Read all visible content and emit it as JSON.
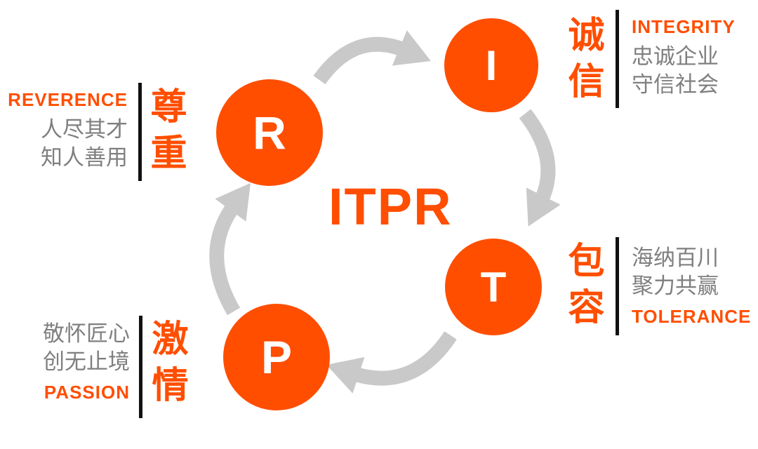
{
  "title": "ITPR",
  "colors": {
    "accent": "#FF4E00",
    "gray_text": "#7F7F7F",
    "arrow": "#C9C9C9",
    "divider": "#111111"
  },
  "nodes": [
    {
      "id": "reverence",
      "letter": "R",
      "cn_word": "尊重",
      "en_label": "REVERENCE",
      "desc_lines": [
        "人尽其才",
        "知人善用"
      ]
    },
    {
      "id": "integrity",
      "letter": "I",
      "cn_word": "诚信",
      "en_label": "INTEGRITY",
      "desc_lines": [
        "忠诚企业",
        "守信社会"
      ]
    },
    {
      "id": "tolerance",
      "letter": "T",
      "cn_word": "包容",
      "en_label": "TOLERANCE",
      "desc_lines": [
        "海纳百川",
        "聚力共赢"
      ]
    },
    {
      "id": "passion",
      "letter": "P",
      "cn_word": "激情",
      "en_label": "PASSION",
      "desc_lines": [
        "敬怀匠心",
        "创无止境"
      ]
    }
  ]
}
